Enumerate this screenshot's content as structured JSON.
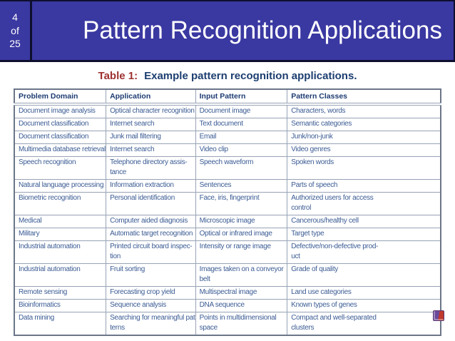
{
  "slide": {
    "page_indicator": {
      "current": "4",
      "separator": "of",
      "total": "25"
    },
    "title": "Pattern Recognition Applications"
  },
  "caption": {
    "label": "Table 1:",
    "text": "Example pattern recognition applications."
  },
  "table": {
    "headers": [
      "Problem Domain",
      "Application",
      "Input Pattern",
      "Pattern Classes"
    ],
    "rows": [
      [
        "Document image analysis",
        "Optical character recognition",
        "Document image",
        "Characters, words"
      ],
      [
        "Document classification",
        "Internet search",
        "Text document",
        "Semantic categories"
      ],
      [
        "Document classification",
        "Junk mail filtering",
        "Email",
        "Junk/non-junk"
      ],
      [
        "Multimedia database retrieval",
        "Internet search",
        "Video clip",
        "Video genres"
      ],
      [
        "Speech recognition",
        "Telephone directory assis-\ntance",
        "Speech waveform",
        "Spoken words"
      ],
      [
        "Natural language processing",
        "Information extraction",
        "Sentences",
        "Parts of speech"
      ],
      [
        "Biometric recognition",
        "Personal identification",
        "Face, iris, fingerprint",
        "Authorized users for access\ncontrol"
      ],
      [
        "Medical",
        "Computer aided diagnosis",
        "Microscopic image",
        "Cancerous/healthy cell"
      ],
      [
        "Military",
        "Automatic target recognition",
        "Optical or infrared image",
        "Target type"
      ],
      [
        "Industrial automation",
        "Printed circuit board inspec-\ntion",
        "Intensity or range image",
        "Defective/non-defective prod-\nuct"
      ],
      [
        "Industrial automation",
        "Fruit sorting",
        "Images taken on a conveyor\nbelt",
        "Grade of quality"
      ],
      [
        "Remote sensing",
        "Forecasting crop yield",
        "Multispectral image",
        "Land use categories"
      ],
      [
        "Bioinformatics",
        "Sequence analysis",
        "DNA sequence",
        "Known types of genes"
      ],
      [
        "Data mining",
        "Searching for meaningful pat-\nterns",
        "Points in multidimensional\nspace",
        "Compact and well-separated\nclusters"
      ]
    ]
  },
  "footer": {
    "logo_icon": "publisher-logo-icon"
  },
  "colors": {
    "header_bg": "#3a38a1",
    "header_border": "#0e0e2e",
    "title_text": "#ffffff",
    "caption_label": "#9e3131",
    "caption_text": "#1c3e70",
    "table_header_text": "#1e3c72",
    "table_cell_text": "#3c5c94",
    "table_grid": "#97a3b5",
    "table_outer_border": "#6b7689",
    "logo_purple": "#6a4a9c",
    "logo_red": "#c0392b"
  }
}
